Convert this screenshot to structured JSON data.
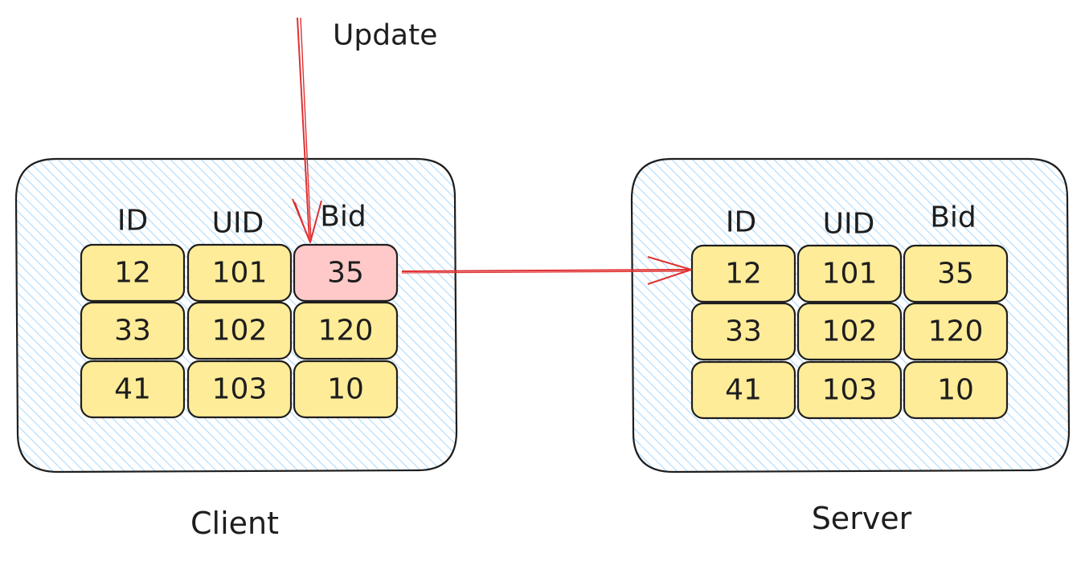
{
  "update_label": "Update",
  "colors": {
    "ink": "#1e1e1e",
    "panel_hatch": "#a5d8ff",
    "cell_fill": "#ffec99",
    "highlight_fill": "#ffc9c9",
    "arrow": "#e03131"
  },
  "client": {
    "caption": "Client",
    "headers": [
      "ID",
      "UID",
      "Bid"
    ],
    "rows": [
      [
        "12",
        "101",
        "35"
      ],
      [
        "33",
        "102",
        "120"
      ],
      [
        "41",
        "103",
        "10"
      ]
    ],
    "highlighted_cell": {
      "row": 0,
      "col": 2
    }
  },
  "server": {
    "caption": "Server",
    "headers": [
      "ID",
      "UID",
      "Bid"
    ],
    "rows": [
      [
        "12",
        "101",
        "35"
      ],
      [
        "33",
        "102",
        "120"
      ],
      [
        "41",
        "103",
        "10"
      ]
    ]
  }
}
